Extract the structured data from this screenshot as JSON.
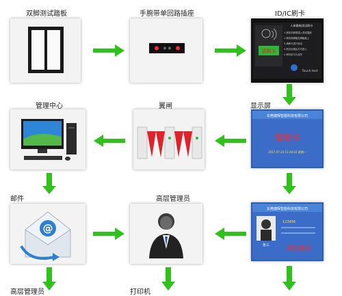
{
  "nodes": {
    "pedal": {
      "label": "双脚测试踏板"
    },
    "wrist": {
      "label": "手腕带单回路插座"
    },
    "card": {
      "label": "ID/IC刷卡",
      "panel_title": "人体静电测试刷卡",
      "panel_lines": [
        "1.请将手腕带插入测试插座",
        "2.请将双脚踏在脚踏板上",
        "3.请刷卡进行测试",
        "4.测试合格后方可进入",
        "5.请勿将卡片遗失"
      ],
      "sticker": "请刷卡",
      "touch": "Touch test"
    },
    "display": {
      "label": "显示屏",
      "screen_title": "东莞捷晖智能科技有限公司",
      "prompt": "请刷卡",
      "datetime": "2017-07-24 11:48:22 星期一"
    },
    "gate": {
      "label": "翼闸"
    },
    "center": {
      "label": "管理中心"
    },
    "mail": {
      "label": "邮件"
    },
    "manager": {
      "label": "高层管理员"
    },
    "profile": {
      "screen_title": "东莞捷晖智能科技有限公司",
      "name": "张三",
      "id_no": "123456",
      "stamp": "测试通过"
    },
    "bottom_left": {
      "label": "高层管理员"
    },
    "printer": {
      "label": "打印机"
    }
  },
  "colors": {
    "arrow": "#2ec21b",
    "screen_blue": "#3a6cc8",
    "stamp_red": "#e0232a"
  }
}
